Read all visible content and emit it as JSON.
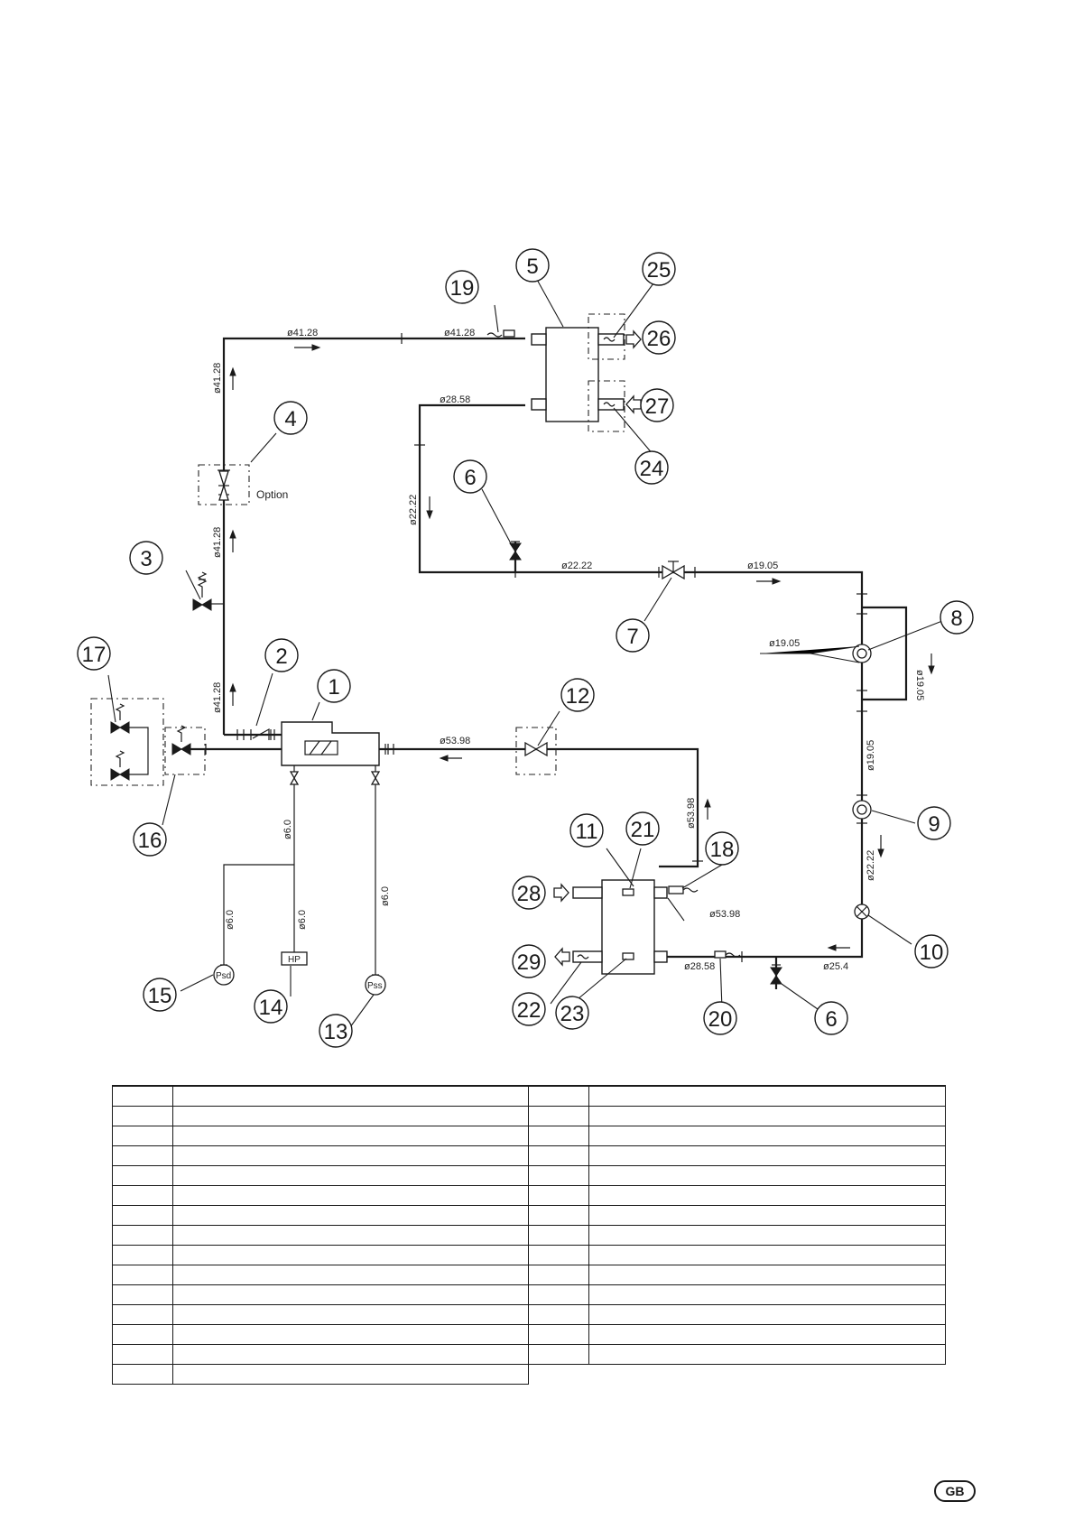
{
  "diagram": {
    "callouts": [
      "1",
      "2",
      "3",
      "4",
      "5",
      "6",
      "7",
      "8",
      "9",
      "10",
      "11",
      "12",
      "13",
      "14",
      "15",
      "16",
      "17",
      "18",
      "19",
      "20",
      "21",
      "22",
      "23",
      "24",
      "25",
      "26",
      "27",
      "28",
      "29"
    ],
    "pipe_sizes": {
      "d4128": "ø41.28",
      "d2858": "ø28.58",
      "d2222": "ø22.22",
      "d1905": "ø19.05",
      "d5398": "ø53.98",
      "d60": "ø6.0",
      "d254": "ø25.4"
    },
    "option_label": "Option",
    "instruments": {
      "hp": "HP",
      "psd": "Psd",
      "pss": "Pss"
    }
  },
  "legend_table": {
    "rows": 15,
    "columns": 4
  },
  "badge": "GB",
  "colors": {
    "line": "#1a1a1a",
    "background": "#ffffff"
  }
}
